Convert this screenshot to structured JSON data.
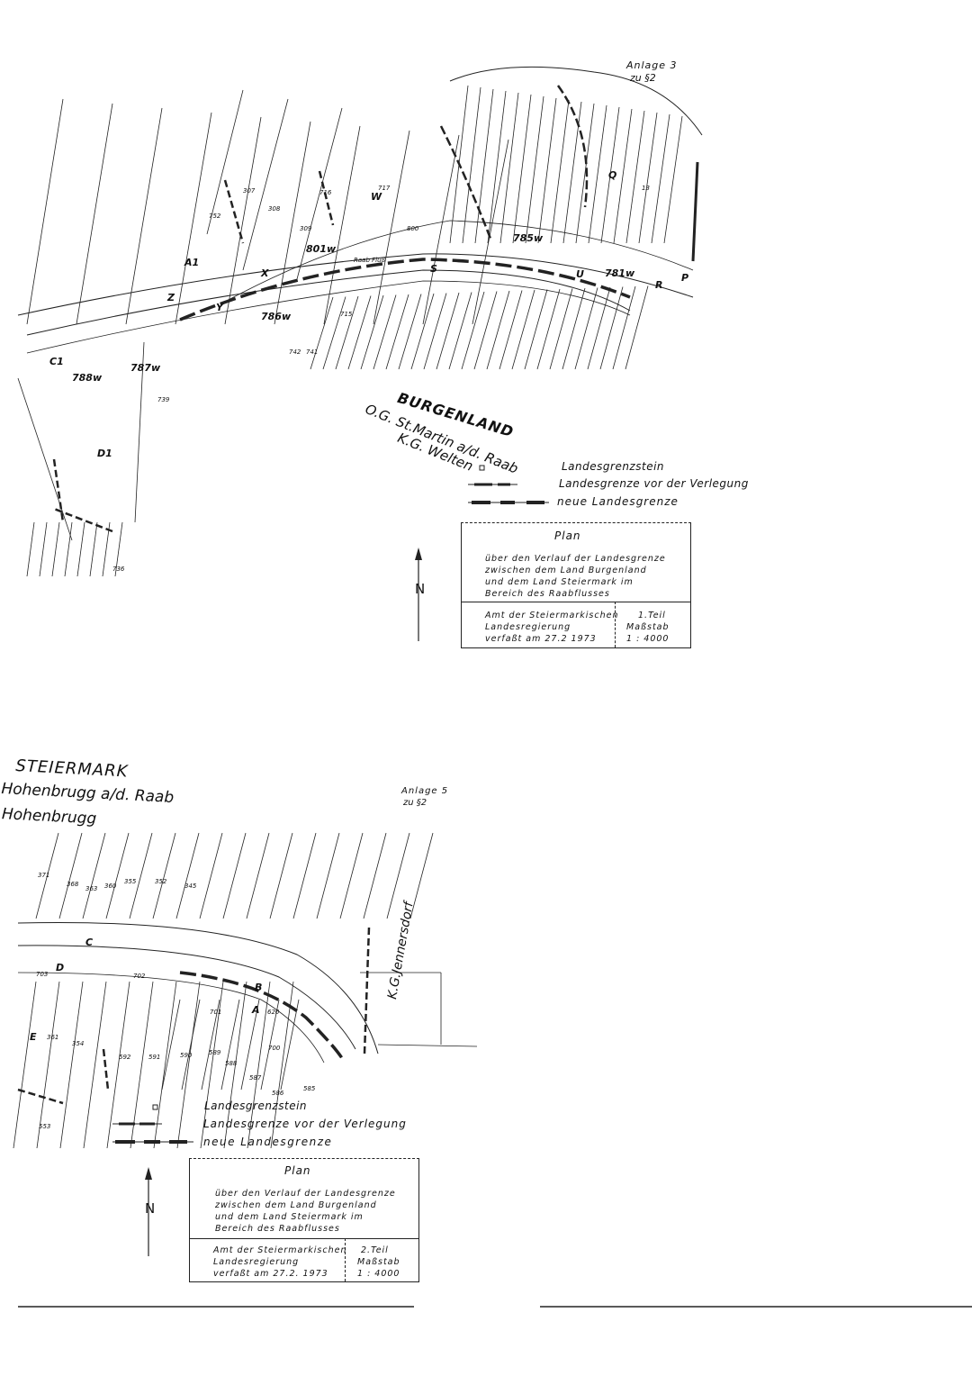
{
  "sheet1": {
    "anlage": "Anlage 3",
    "paragraph": "zu §2",
    "region_title": "BURGENLAND",
    "municipality": "O.G. St.Martin a/d. Raab",
    "cadastral": "K.G. Welten",
    "legend": {
      "stone": "Landesgrenzstein",
      "old_border": "Landesgrenze vor der Verlegung",
      "new_border": "neue Landesgrenze"
    },
    "north": "N",
    "plan_box": {
      "heading": "Plan",
      "lines": [
        "über den Verlauf der Landesgrenze",
        "zwischen dem Land Burgenland",
        "und dem Land Steiermark im",
        "Bereich des Raabflusses"
      ],
      "authority": [
        "Amt der Steiermarkischen",
        "Landesregierung",
        "verfaßt am  27.2  1973"
      ],
      "part": "1.Teil",
      "scale_label": "Maßstab",
      "scale": "1 : 4000"
    },
    "map_labels": [
      "A1",
      "X",
      "Y",
      "Z",
      "S",
      "W",
      "800",
      "785w",
      "781w",
      "U",
      "R",
      "Q",
      "P",
      "C1",
      "D1",
      "788w",
      "787w",
      "786w",
      "801w",
      "Raab Fluß",
      "307",
      "308",
      "309",
      "716",
      "717",
      "752",
      "742",
      "741",
      "739",
      "736",
      "715",
      "13"
    ]
  },
  "sheet2": {
    "anlage": "Anlage 5",
    "paragraph": "zu §2",
    "region_title": "STEIERMARK",
    "municipality": "Hohenbrugg a/d. Raab",
    "cadastral": "K.G. Hohenbrugg",
    "neighbour": "K.G.Jennersdorf",
    "legend": {
      "stone": "Landesgrenzstein",
      "old_border": "Landesgrenze vor der Verlegung",
      "new_border": "neue Landesgrenze"
    },
    "north": "N",
    "plan_box": {
      "heading": "Plan",
      "lines": [
        "über den Verlauf der Landesgrenze",
        "zwischen dem Land Burgenland",
        "und dem Land Steiermark im",
        "Bereich des Raabflusses"
      ],
      "authority": [
        "Amt der Steiermarkischen",
        "Landesregierung",
        "verfaßt am  27.2.  1973"
      ],
      "part": "2.Teil",
      "scale_label": "Maßstab",
      "scale": "1 : 4000"
    },
    "map_labels": [
      "371",
      "368",
      "363",
      "360",
      "355",
      "352",
      "345",
      "C",
      "D",
      "703",
      "702",
      "701",
      "700",
      "A",
      "B",
      "E",
      "361",
      "354",
      "592",
      "591",
      "590",
      "589",
      "588",
      "587",
      "586",
      "585",
      "553",
      "620"
    ]
  }
}
